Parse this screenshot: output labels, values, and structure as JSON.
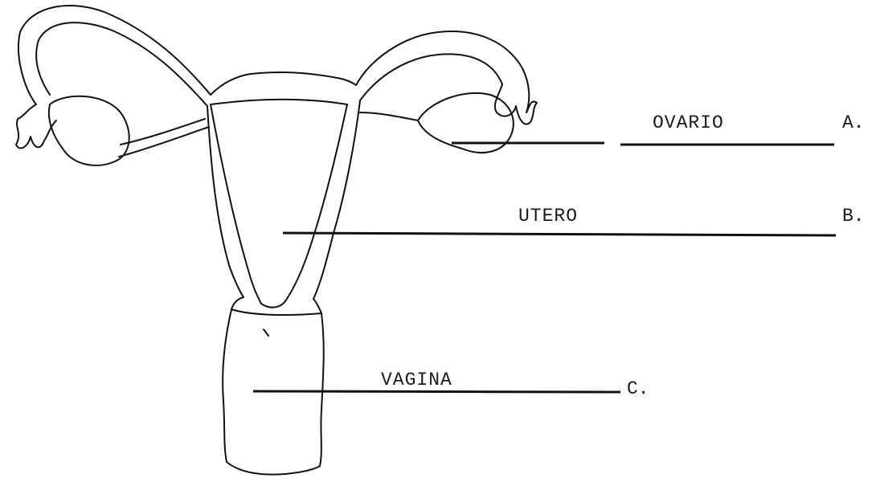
{
  "labels": {
    "ovary": {
      "text": "OVARIO",
      "letter": "A."
    },
    "uterus": {
      "text": "UTERO",
      "letter": "B."
    },
    "vagina": {
      "text": "VAGINA",
      "letter": "C."
    }
  },
  "colors": {
    "ink": "#111111",
    "background": "#ffffff"
  }
}
